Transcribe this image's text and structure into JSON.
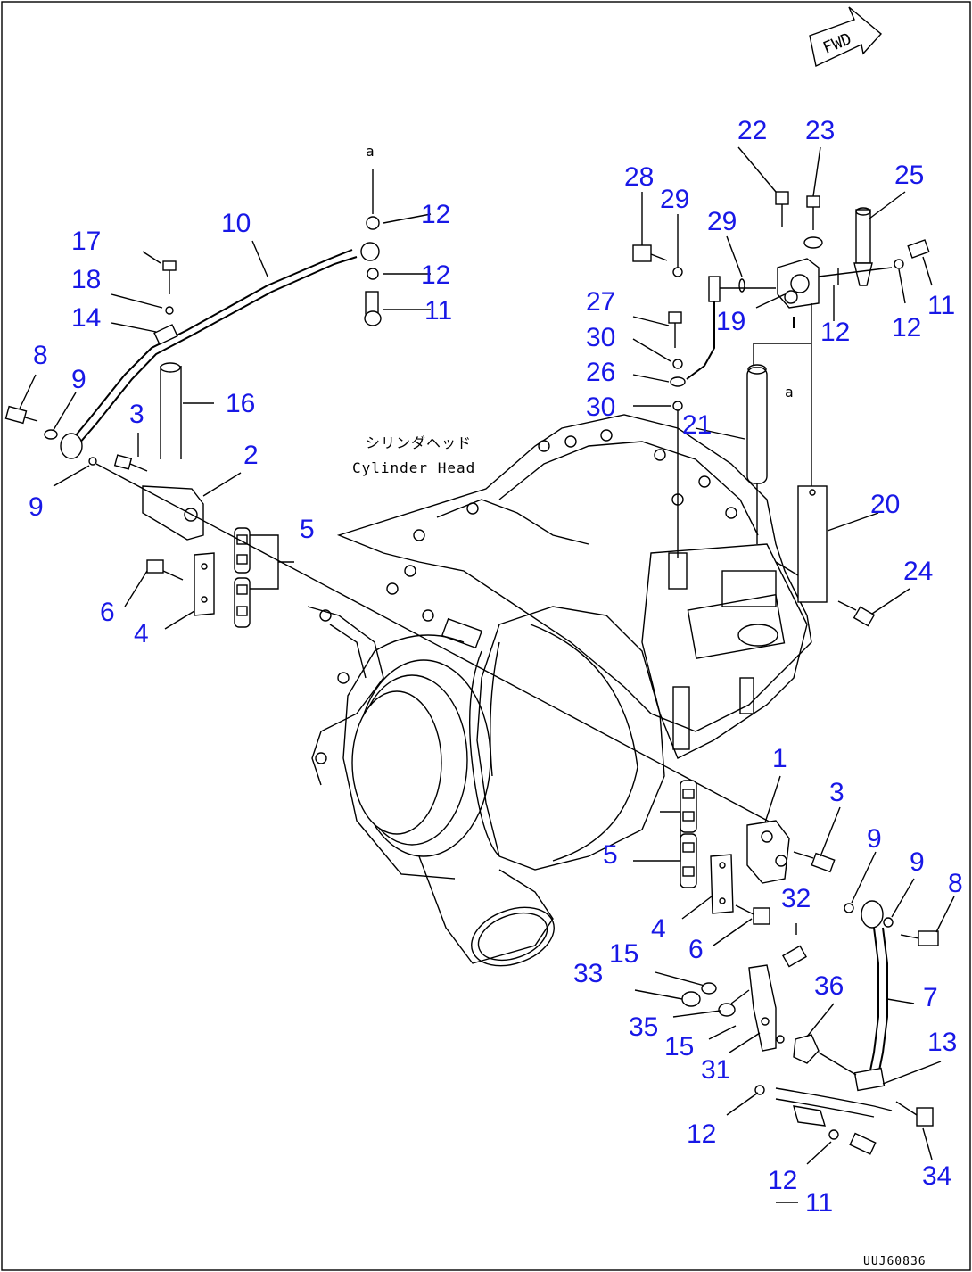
{
  "fwd_label": "FWD",
  "cylinder_head": {
    "jp": "シリンダヘッド",
    "en": "Cylinder Head"
  },
  "ref_marks": [
    "a",
    "a"
  ],
  "drawing_code": "UUJ60836",
  "callouts": [
    "10",
    "17",
    "18",
    "14",
    "8",
    "9",
    "3",
    "16",
    "2",
    "9",
    "5",
    "6",
    "4",
    "12",
    "12",
    "11",
    "22",
    "23",
    "28",
    "29",
    "29",
    "25",
    "27",
    "19",
    "12",
    "12",
    "11",
    "30",
    "26",
    "30",
    "21",
    "20",
    "24",
    "1",
    "3",
    "9",
    "9",
    "8",
    "5",
    "4",
    "6",
    "32",
    "33",
    "15",
    "36",
    "7",
    "35",
    "15",
    "31",
    "13",
    "12",
    "12",
    "11",
    "34"
  ]
}
